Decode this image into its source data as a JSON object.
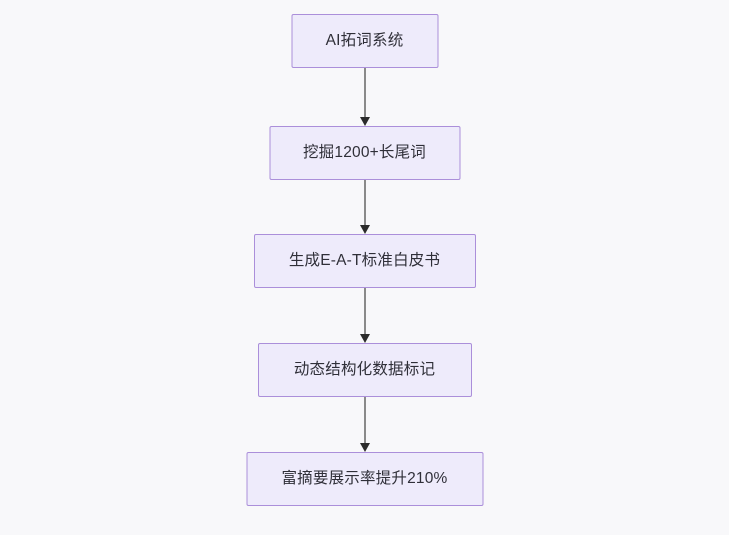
{
  "diagram": {
    "type": "flowchart",
    "direction": "top-to-bottom",
    "background_color": "#f8f8fa",
    "node_fill_color": "#eeebfb",
    "node_border_color": "#ab8fda",
    "node_text_color": "#2f2f38",
    "edge_line_color": "#8a8a8a",
    "edge_arrow_color": "#2b2b2b",
    "nodes": [
      {
        "id": "n1",
        "label": "AI拓词系统"
      },
      {
        "id": "n2",
        "label": "挖掘1200+长尾词"
      },
      {
        "id": "n3",
        "label": "生成E-A-T标准白皮书"
      },
      {
        "id": "n4",
        "label": "动态结构化数据标记"
      },
      {
        "id": "n5",
        "label": "富摘要展示率提升210%"
      }
    ],
    "edges": [
      {
        "id": "e1",
        "from": "n1",
        "to": "n2",
        "label": ""
      },
      {
        "id": "e2",
        "from": "n2",
        "to": "n3",
        "label": ""
      },
      {
        "id": "e3",
        "from": "n3",
        "to": "n4",
        "label": ""
      },
      {
        "id": "e4",
        "from": "n4",
        "to": "n5",
        "label": ""
      }
    ]
  }
}
